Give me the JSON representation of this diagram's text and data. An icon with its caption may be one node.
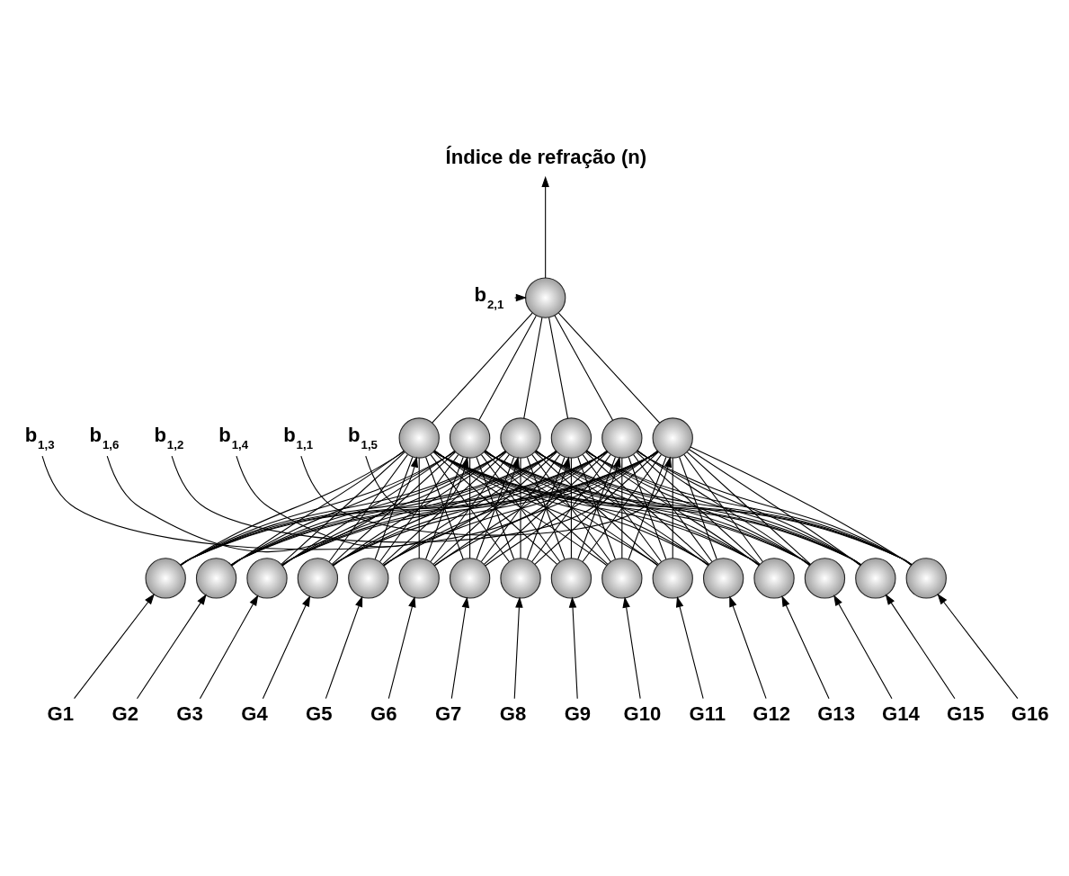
{
  "diagram": {
    "nodes": [
      {
        "text": [
          "Índice de refração (n)"
        ]
      },
      {
        "text": [
          "b$_{2,1}$"
        ]
      },
      {
        "text": [],
        "shape": "circle"
      },
      {
        "text": [
          "b$_{1,1}$"
        ]
      },
      {
        "text": [],
        "shape": "circle"
      },
      {
        "text": [
          "b$_{1,2}$"
        ]
      },
      {
        "text": [],
        "shape": "circle"
      },
      {
        "text": [
          "b$_{1,3}$"
        ]
      },
      {
        "text": [],
        "shape": "circle"
      },
      {
        "text": [
          "b$_{1,4}$"
        ]
      },
      {
        "text": [],
        "shape": "circle"
      },
      {
        "text": [
          "b$_{1,5}$"
        ]
      },
      {
        "text": [],
        "shape": "circle"
      },
      {
        "text": [
          "b$_{1,6}$"
        ]
      },
      {
        "text": [],
        "shape": "circle"
      },
      {
        "text": [],
        "shape": "circle"
      },
      {
        "text": [],
        "shape": "circle"
      },
      {
        "text": [],
        "shape": "circle"
      },
      {
        "text": [],
        "shape": "circle"
      },
      {
        "text": [],
        "shape": "circle"
      },
      {
        "text": [],
        "shape": "circle"
      },
      {
        "text": [],
        "shape": "circle"
      },
      {
        "text": [],
        "shape": "circle"
      },
      {
        "text": [],
        "shape": "circle"
      },
      {
        "text": [],
        "shape": "circle"
      },
      {
        "text": [],
        "shape": "circle"
      },
      {
        "text": [],
        "shape": "circle"
      },
      {
        "text": [],
        "shape": "circle"
      },
      {
        "text": [],
        "shape": "circle"
      },
      {
        "text": [],
        "shape": "circle"
      },
      {
        "text": [],
        "shape": "circle"
      },
      {
        "text": [
          "G1"
        ]
      },
      {
        "text": [
          "G2"
        ]
      },
      {
        "text": [
          "G3"
        ]
      },
      {
        "text": [
          "G4"
        ]
      },
      {
        "text": [
          "G5"
        ]
      },
      {
        "text": [
          "G6"
        ]
      },
      {
        "text": [
          "G7"
        ]
      },
      {
        "text": [
          "G8"
        ]
      },
      {
        "text": [
          "G9"
        ]
      },
      {
        "text": [
          "G10"
        ]
      },
      {
        "text": [
          "G11"
        ]
      },
      {
        "text": [
          "G12"
        ]
      },
      {
        "text": [
          "G13"
        ]
      },
      {
        "text": [
          "G14"
        ]
      },
      {
        "text": [
          "G15"
        ]
      },
      {
        "text": [
          "G16"
        ]
      }
    ],
    "edges": [
      {
        "from": 2,
        "to": 0,
        "arrow": "to"
      },
      {
        "from": 1,
        "to": 2,
        "arrow": "to"
      },
      {
        "from": 3,
        "to": 4,
        "arrow": "to"
      },
      {
        "from": 5,
        "to": 6,
        "arrow": "to"
      },
      {
        "from": 7,
        "to": 8,
        "arrow": "to"
      },
      {
        "from": 9,
        "to": 10,
        "arrow": "to"
      },
      {
        "from": 11,
        "to": 12,
        "arrow": "to"
      },
      {
        "from": 13,
        "to": 14,
        "arrow": "to"
      },
      {
        "from": 4,
        "to": 2,
        "arrow": "none"
      },
      {
        "from": 6,
        "to": 2,
        "arrow": "none"
      },
      {
        "from": 8,
        "to": 2,
        "arrow": "none"
      },
      {
        "from": 10,
        "to": 2,
        "arrow": "none"
      },
      {
        "from": 12,
        "to": 2,
        "arrow": "none"
      },
      {
        "from": 14,
        "to": 2,
        "arrow": "none"
      },
      {
        "from": 15,
        "to": 4,
        "arrow": "none"
      },
      {
        "from": 15,
        "to": 6,
        "arrow": "none"
      },
      {
        "from": 15,
        "to": 8,
        "arrow": "none"
      },
      {
        "from": 15,
        "to": 10,
        "arrow": "none"
      },
      {
        "from": 15,
        "to": 12,
        "arrow": "none"
      },
      {
        "from": 15,
        "to": 14,
        "arrow": "none"
      },
      {
        "from": 16,
        "to": 4,
        "arrow": "none"
      },
      {
        "from": 16,
        "to": 6,
        "arrow": "none"
      },
      {
        "from": 16,
        "to": 8,
        "arrow": "none"
      },
      {
        "from": 16,
        "to": 10,
        "arrow": "none"
      },
      {
        "from": 16,
        "to": 12,
        "arrow": "none"
      },
      {
        "from": 16,
        "to": 14,
        "arrow": "none"
      },
      {
        "from": 17,
        "to": 4,
        "arrow": "none"
      },
      {
        "from": 17,
        "to": 6,
        "arrow": "none"
      },
      {
        "from": 17,
        "to": 8,
        "arrow": "none"
      },
      {
        "from": 17,
        "to": 10,
        "arrow": "none"
      },
      {
        "from": 17,
        "to": 12,
        "arrow": "none"
      },
      {
        "from": 17,
        "to": 14,
        "arrow": "none"
      },
      {
        "from": 18,
        "to": 4,
        "arrow": "none"
      },
      {
        "from": 18,
        "to": 6,
        "arrow": "none"
      },
      {
        "from": 18,
        "to": 8,
        "arrow": "none"
      },
      {
        "from": 18,
        "to": 10,
        "arrow": "none"
      },
      {
        "from": 18,
        "to": 12,
        "arrow": "none"
      },
      {
        "from": 18,
        "to": 14,
        "arrow": "none"
      },
      {
        "from": 19,
        "to": 4,
        "arrow": "none"
      },
      {
        "from": 19,
        "to": 6,
        "arrow": "none"
      },
      {
        "from": 19,
        "to": 8,
        "arrow": "none"
      },
      {
        "from": 19,
        "to": 10,
        "arrow": "none"
      },
      {
        "from": 19,
        "to": 12,
        "arrow": "none"
      },
      {
        "from": 19,
        "to": 14,
        "arrow": "none"
      },
      {
        "from": 20,
        "to": 4,
        "arrow": "none"
      },
      {
        "from": 20,
        "to": 6,
        "arrow": "none"
      },
      {
        "from": 20,
        "to": 8,
        "arrow": "none"
      },
      {
        "from": 20,
        "to": 10,
        "arrow": "none"
      },
      {
        "from": 20,
        "to": 12,
        "arrow": "none"
      },
      {
        "from": 20,
        "to": 14,
        "arrow": "none"
      },
      {
        "from": 21,
        "to": 4,
        "arrow": "none"
      },
      {
        "from": 21,
        "to": 6,
        "arrow": "none"
      },
      {
        "from": 21,
        "to": 8,
        "arrow": "none"
      },
      {
        "from": 21,
        "to": 10,
        "arrow": "none"
      },
      {
        "from": 21,
        "to": 12,
        "arrow": "none"
      },
      {
        "from": 21,
        "to": 14,
        "arrow": "none"
      },
      {
        "from": 22,
        "to": 4,
        "arrow": "none"
      },
      {
        "from": 22,
        "to": 6,
        "arrow": "none"
      },
      {
        "from": 22,
        "to": 8,
        "arrow": "none"
      },
      {
        "from": 22,
        "to": 10,
        "arrow": "none"
      },
      {
        "from": 22,
        "to": 12,
        "arrow": "none"
      },
      {
        "from": 22,
        "to": 14,
        "arrow": "none"
      },
      {
        "from": 23,
        "to": 4,
        "arrow": "none"
      },
      {
        "from": 23,
        "to": 6,
        "arrow": "none"
      },
      {
        "from": 23,
        "to": 8,
        "arrow": "none"
      },
      {
        "from": 23,
        "to": 10,
        "arrow": "none"
      },
      {
        "from": 23,
        "to": 12,
        "arrow": "none"
      },
      {
        "from": 23,
        "to": 14,
        "arrow": "none"
      },
      {
        "from": 24,
        "to": 4,
        "arrow": "none"
      },
      {
        "from": 24,
        "to": 6,
        "arrow": "none"
      },
      {
        "from": 24,
        "to": 8,
        "arrow": "none"
      },
      {
        "from": 24,
        "to": 10,
        "arrow": "none"
      },
      {
        "from": 24,
        "to": 12,
        "arrow": "none"
      },
      {
        "from": 24,
        "to": 14,
        "arrow": "none"
      },
      {
        "from": 25,
        "to": 4,
        "arrow": "none"
      },
      {
        "from": 25,
        "to": 6,
        "arrow": "none"
      },
      {
        "from": 25,
        "to": 8,
        "arrow": "none"
      },
      {
        "from": 25,
        "to": 10,
        "arrow": "none"
      },
      {
        "from": 25,
        "to": 12,
        "arrow": "none"
      },
      {
        "from": 25,
        "to": 14,
        "arrow": "none"
      },
      {
        "from": 26,
        "to": 4,
        "arrow": "none"
      },
      {
        "from": 26,
        "to": 6,
        "arrow": "none"
      },
      {
        "from": 26,
        "to": 8,
        "arrow": "none"
      },
      {
        "from": 26,
        "to": 10,
        "arrow": "none"
      },
      {
        "from": 26,
        "to": 12,
        "arrow": "none"
      },
      {
        "from": 26,
        "to": 14,
        "arrow": "none"
      },
      {
        "from": 27,
        "to": 4,
        "arrow": "none"
      },
      {
        "from": 27,
        "to": 6,
        "arrow": "none"
      },
      {
        "from": 27,
        "to": 8,
        "arrow": "none"
      },
      {
        "from": 27,
        "to": 10,
        "arrow": "none"
      },
      {
        "from": 27,
        "to": 12,
        "arrow": "none"
      },
      {
        "from": 27,
        "to": 14,
        "arrow": "none"
      },
      {
        "from": 28,
        "to": 4,
        "arrow": "none"
      },
      {
        "from": 28,
        "to": 6,
        "arrow": "none"
      },
      {
        "from": 28,
        "to": 8,
        "arrow": "none"
      },
      {
        "from": 28,
        "to": 10,
        "arrow": "none"
      },
      {
        "from": 28,
        "to": 12,
        "arrow": "none"
      },
      {
        "from": 28,
        "to": 14,
        "arrow": "none"
      },
      {
        "from": 29,
        "to": 4,
        "arrow": "none"
      },
      {
        "from": 29,
        "to": 6,
        "arrow": "none"
      },
      {
        "from": 29,
        "to": 8,
        "arrow": "none"
      },
      {
        "from": 29,
        "to": 10,
        "arrow": "none"
      },
      {
        "from": 29,
        "to": 12,
        "arrow": "none"
      },
      {
        "from": 29,
        "to": 14,
        "arrow": "none"
      },
      {
        "from": 30,
        "to": 4,
        "arrow": "none"
      },
      {
        "from": 30,
        "to": 6,
        "arrow": "none"
      },
      {
        "from": 30,
        "to": 8,
        "arrow": "none"
      },
      {
        "from": 30,
        "to": 10,
        "arrow": "none"
      },
      {
        "from": 30,
        "to": 12,
        "arrow": "none"
      },
      {
        "from": 30,
        "to": 14,
        "arrow": "none"
      },
      {
        "from": 31,
        "to": 15,
        "arrow": "to"
      },
      {
        "from": 32,
        "to": 16,
        "arrow": "to"
      },
      {
        "from": 33,
        "to": 17,
        "arrow": "to"
      },
      {
        "from": 34,
        "to": 18,
        "arrow": "to"
      },
      {
        "from": 35,
        "to": 19,
        "arrow": "to"
      },
      {
        "from": 36,
        "to": 20,
        "arrow": "to"
      },
      {
        "from": 37,
        "to": 21,
        "arrow": "to"
      },
      {
        "from": 38,
        "to": 22,
        "arrow": "to"
      },
      {
        "from": 39,
        "to": 23,
        "arrow": "to"
      },
      {
        "from": 40,
        "to": 24,
        "arrow": "to"
      },
      {
        "from": 41,
        "to": 25,
        "arrow": "to"
      },
      {
        "from": 42,
        "to": 26,
        "arrow": "to"
      },
      {
        "from": 43,
        "to": 27,
        "arrow": "to"
      },
      {
        "from": 44,
        "to": 28,
        "arrow": "to"
      },
      {
        "from": 45,
        "to": 29,
        "arrow": "to"
      },
      {
        "from": 46,
        "to": 30,
        "arrow": "to"
      }
    ]
  }
}
